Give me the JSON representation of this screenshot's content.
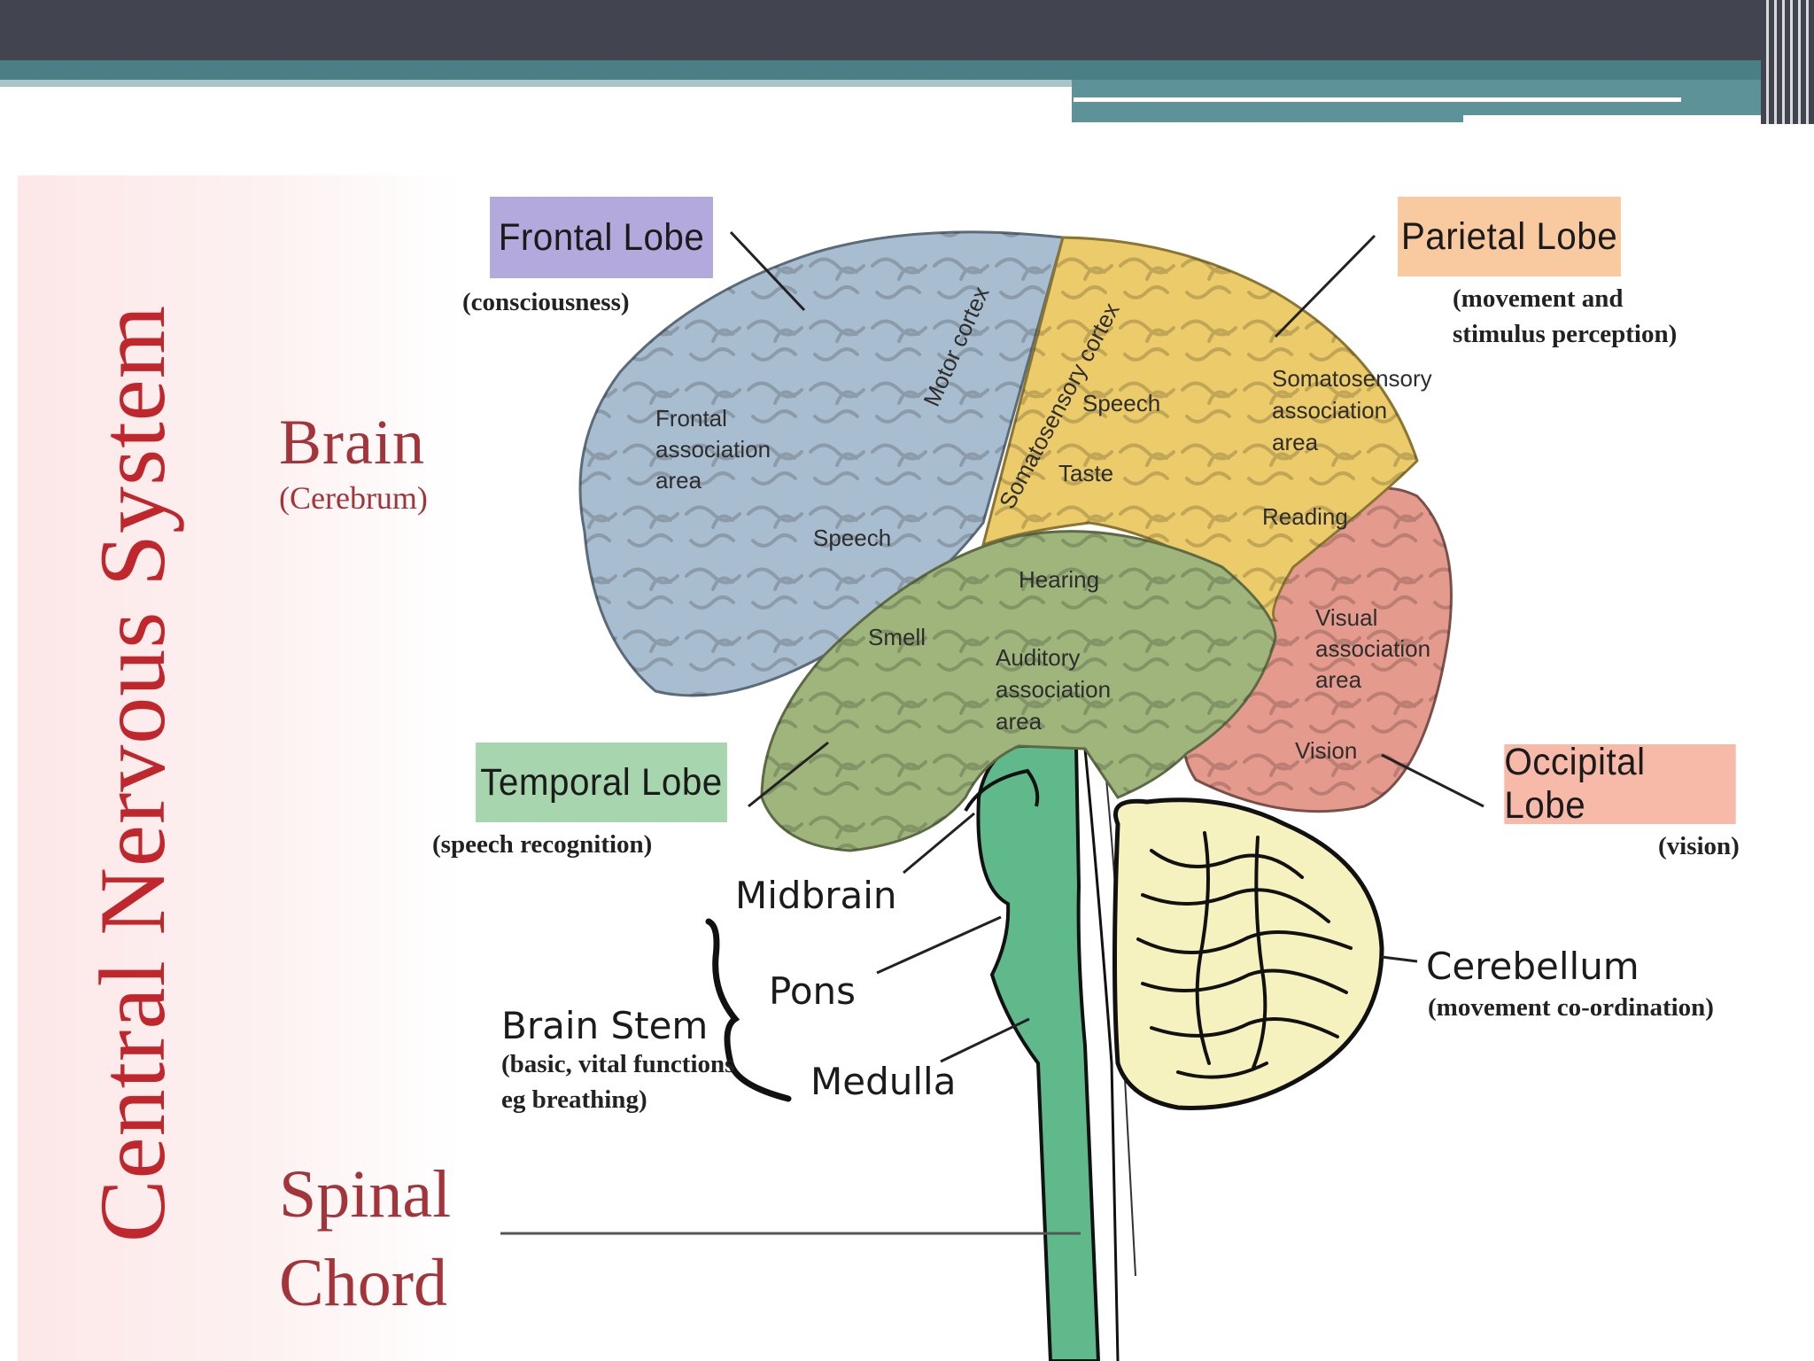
{
  "slide_title": "Central Nervous System",
  "brain": {
    "label": "Brain",
    "sublabel": "(Cerebrum)"
  },
  "spinal": {
    "line1": "Spinal",
    "line2": "Chord"
  },
  "lobes": {
    "frontal": {
      "label": "Frontal Lobe",
      "note": "(consciousness)",
      "color": "#b3a9dc"
    },
    "parietal": {
      "label": "Parietal Lobe",
      "note_line1": "(movement and",
      "note_line2": "stimulus perception)",
      "color": "#f9c9a0"
    },
    "temporal": {
      "label": "Temporal Lobe",
      "note": "(speech recognition)",
      "color": "#a7d6ae"
    },
    "occipital": {
      "label": "Occipital Lobe",
      "note": "(vision)",
      "color": "#f7b9a8"
    }
  },
  "structures": {
    "midbrain": "Midbrain",
    "pons": "Pons",
    "medulla": "Medulla",
    "brain_stem": {
      "label": "Brain Stem",
      "note_line1": "(basic, vital functions",
      "note_line2": "eg breathing)"
    },
    "cerebellum": {
      "label": "Cerebellum",
      "note": "(movement co-ordination)"
    }
  },
  "regions": {
    "frontal_assoc": [
      "Frontal",
      "association",
      "area"
    ],
    "motor_cortex": "Motor cortex",
    "somatosensory_cortex": "Somatosensory cortex",
    "speech_parietal": "Speech",
    "taste": "Taste",
    "somato_assoc": [
      "Somatosensory",
      "association",
      "area"
    ],
    "reading": "Reading",
    "speech_frontal": "Speech",
    "hearing": "Hearing",
    "smell": "Smell",
    "auditory_assoc": [
      "Auditory",
      "association",
      "area"
    ],
    "visual_assoc": [
      "Visual",
      "association",
      "area"
    ],
    "vision": "Vision"
  },
  "colors": {
    "frontal_fill": "#a9bdd0",
    "parietal_fill": "#eccb6a",
    "temporal_fill": "#9fb57c",
    "occipital_fill": "#e49a8c",
    "brainstem_fill": "#5fb98a",
    "cerebellum_fill": "#f6f2c0",
    "title_red": "#c0272d"
  }
}
